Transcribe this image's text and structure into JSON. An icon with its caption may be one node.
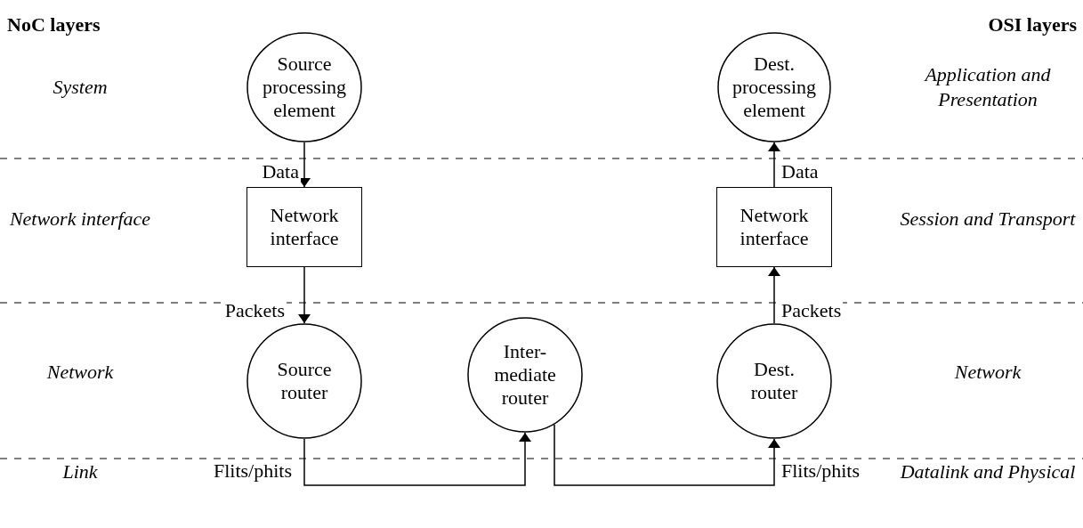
{
  "diagram": {
    "nodes": [
      {
        "text": [
          "Source processing element"
        ]
      },
      {
        "text": [
          "Dest. processing element"
        ]
      },
      {
        "text": [
          "Network interface"
        ]
      },
      {
        "text": [
          "Network interface"
        ]
      },
      {
        "text": [
          "Source router"
        ]
      },
      {
        "text": [
          "Inter- mediate router"
        ]
      },
      {
        "text": [
          "Dest. router"
        ]
      }
    ],
    "edges": [
      {
        "from": 0,
        "to": 2,
        "arrow": "to",
        "label": "Data"
      },
      {
        "from": 2,
        "to": 4,
        "arrow": "to",
        "label": "Packets"
      },
      {
        "from": 4,
        "to": 5,
        "arrow": "to",
        "label": "Flits/phits"
      },
      {
        "from": 5,
        "to": 6,
        "arrow": "to",
        "label": "Flits/phits"
      },
      {
        "from": 6,
        "to": 3,
        "arrow": "to",
        "label": "Packets"
      },
      {
        "from": 3,
        "to": 1,
        "arrow": "to",
        "label": "Data"
      }
    ],
    "labels": [
      "NoC layers",
      "OSI layers",
      "System",
      "Application and Presentation",
      "Network interface",
      "Session and Transport",
      "Network",
      "Network",
      "Link",
      "Datalink and Physical"
    ]
  }
}
